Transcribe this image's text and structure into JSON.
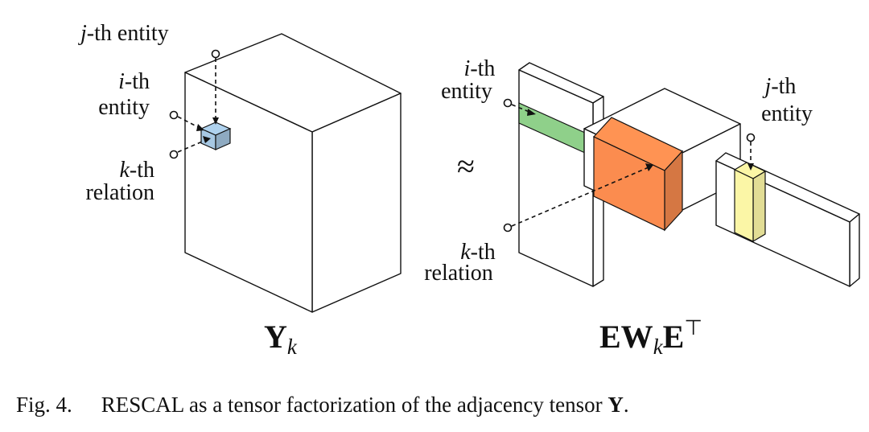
{
  "colors": {
    "blue_cell": "#a7c8e3",
    "green_row": "#8fd08a",
    "orange_slice": "#fb8c4f",
    "yellow_column": "#fbf6a6"
  },
  "left": {
    "j_label": {
      "var": "j",
      "suffix": "-th entity"
    },
    "i_label": {
      "var": "i",
      "suffix": "-th",
      "line2": "entity"
    },
    "k_label": {
      "var": "k",
      "suffix": "-th",
      "line2": "relation"
    },
    "tensor_symbol": "Y",
    "tensor_subscript": "k"
  },
  "approx_symbol": "≈",
  "right": {
    "i_label": {
      "var": "i",
      "suffix": "-th",
      "line2": "entity"
    },
    "j_label": {
      "var": "j",
      "suffix": "-th",
      "line2": "entity"
    },
    "k_label": {
      "var": "k",
      "suffix": "-th",
      "line2": "relation"
    },
    "formula": {
      "E1": "EW",
      "sub": "k",
      "E2": "E",
      "sup": "⊤"
    }
  },
  "caption": {
    "prefix": "Fig. 4.",
    "text": "RESCAL as a tensor factorization of the adjacency tensor ",
    "bold_symbol": "Y",
    "end": "."
  }
}
